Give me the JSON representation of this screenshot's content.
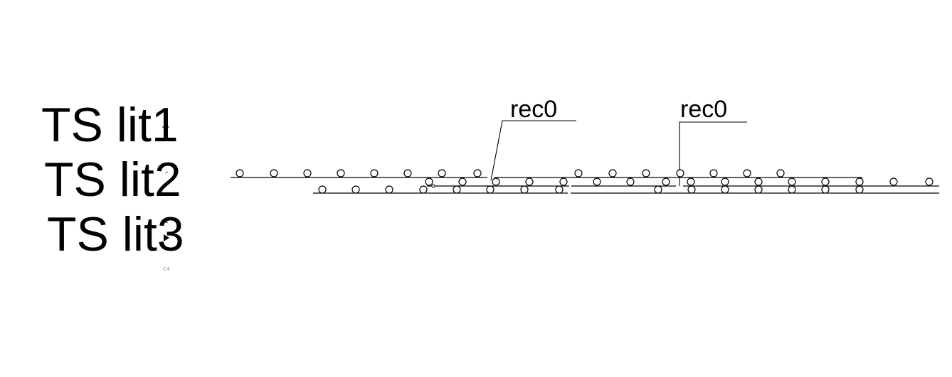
{
  "tracks": [
    {
      "label": "TS lit1"
    },
    {
      "label": "TS lit2"
    },
    {
      "label": "TS lit3"
    }
  ],
  "annotations": [
    {
      "text": "rec0"
    },
    {
      "text": "rec0"
    }
  ],
  "tiny_mark": "C4",
  "colors": {
    "line": "#000000",
    "circle_fill": "#ffffff",
    "background": "#ffffff"
  }
}
